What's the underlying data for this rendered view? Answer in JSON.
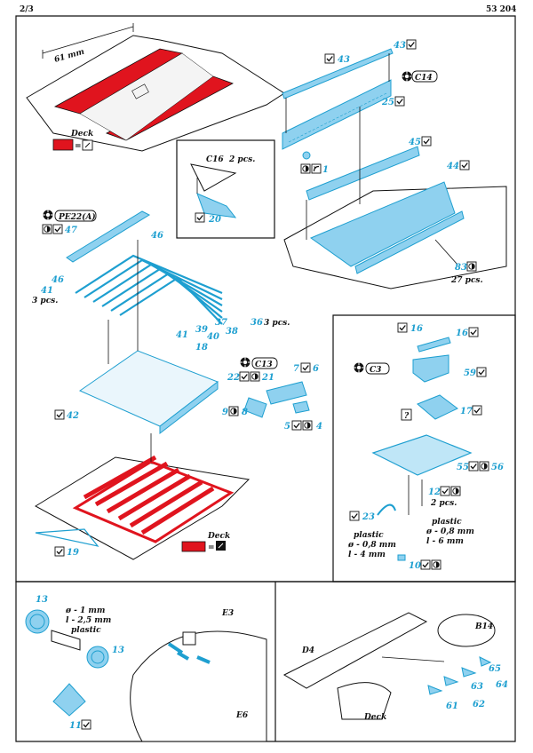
{
  "header": {
    "page": "2/3",
    "set_number": "53 204"
  },
  "colors": {
    "part_blue": "#8fd1ef",
    "part_stroke": "#1e9fd0",
    "deck_red": "#e0141e",
    "line": "#111111"
  },
  "icons": [
    "check-icon",
    "bend-icon",
    "paint-icon",
    "plus-icon",
    "question-icon",
    "gear-icon"
  ],
  "panel_top_left": {
    "dimension": "61 mm",
    "deck_label": "Deck"
  },
  "panel_c16": {
    "label": "C16",
    "qty": "2 pcs.",
    "part": "20"
  },
  "panel_top_right": {
    "ref": "C14",
    "parts": [
      "43",
      "43",
      "25",
      "1",
      "45",
      "44",
      "83"
    ],
    "qty": "27 pcs."
  },
  "panel_middle_left": {
    "ref": "PE22(A)",
    "parts": [
      "47",
      "46",
      "46",
      "41",
      "37",
      "39",
      "41",
      "40",
      "38",
      "36",
      "18",
      "42",
      "19"
    ],
    "qty_41": "3 pcs.",
    "qty_36": "3 pcs.",
    "deck_label": "Deck"
  },
  "panel_c13": {
    "ref": "C13",
    "parts": [
      "22",
      "21",
      "7",
      "6",
      "9",
      "8",
      "5",
      "4"
    ]
  },
  "panel_c3": {
    "ref": "C3",
    "parts": [
      "16",
      "16",
      "59",
      "17",
      "55",
      "56",
      "12",
      "23",
      "10"
    ],
    "qty_12": "2 pcs.",
    "plastic_a": {
      "label": "plastic",
      "dia": "ø - 0,8 mm",
      "len": "l - 4 mm"
    },
    "plastic_b": {
      "label": "plastic",
      "dia": "ø - 0,8 mm",
      "len": "l - 6 mm"
    }
  },
  "panel_bottom_left": {
    "parts": [
      "13",
      "13",
      "11"
    ],
    "plastic": {
      "dia": "ø - 1 mm",
      "len": "l - 2,5 mm",
      "label": "plastic"
    },
    "refs": [
      "E3",
      "E6"
    ]
  },
  "panel_bottom_right": {
    "refs": [
      "B14",
      "D4"
    ],
    "parts": [
      "65",
      "64",
      "63",
      "62",
      "61"
    ],
    "deck_label": "Deck"
  }
}
